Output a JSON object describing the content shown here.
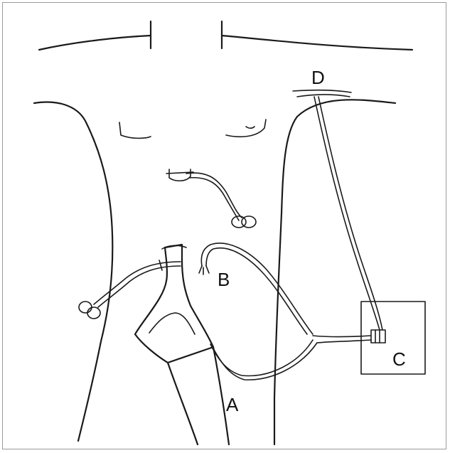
{
  "diagram": {
    "labels": {
      "a": "A",
      "b": "B",
      "c": "C",
      "d": "D"
    },
    "colors": {
      "stroke": "#1a1a1a",
      "background": "#ffffff",
      "border": "#9a9a9a"
    }
  }
}
